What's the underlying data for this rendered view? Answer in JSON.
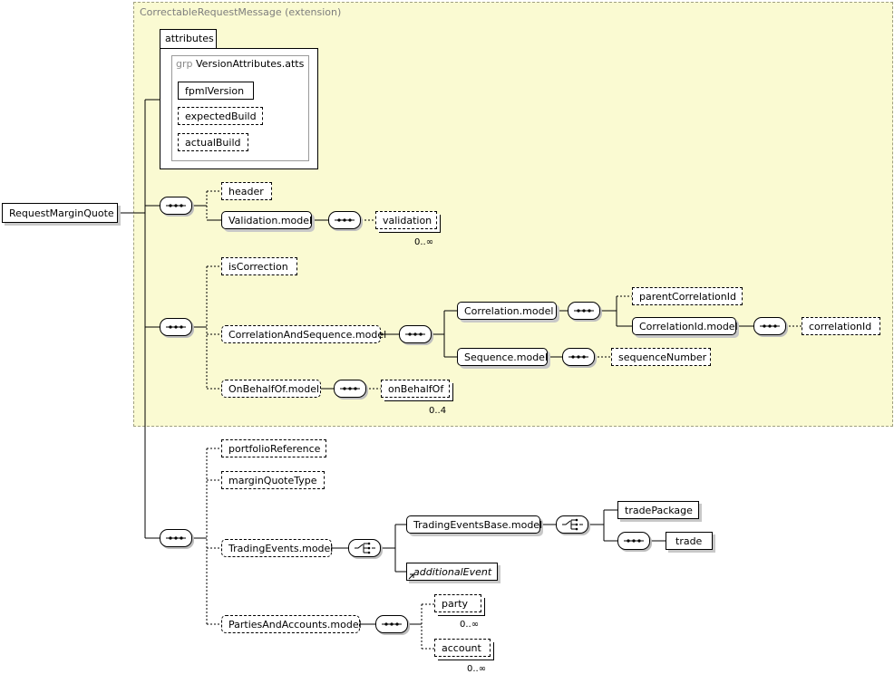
{
  "extension_label": "CorrectableRequestMessage (extension)",
  "root": "RequestMarginQuote",
  "attributes": {
    "tab": "attributes",
    "group_keyword": "grp",
    "group_name": "VersionAttributes.atts",
    "items": [
      "fpmlVersion",
      "expectedBuild",
      "actualBuild"
    ]
  },
  "seq1": {
    "header": "header",
    "validation_model": "Validation.model",
    "validation": "validation",
    "validation_occ": "0..∞"
  },
  "seq2": {
    "is_correction": "isCorrection",
    "correlation_and_sequence": "CorrelationAndSequence.model",
    "correlation_model": "Correlation.model",
    "parent_correlation_id": "parentCorrelationId",
    "correlation_id_model": "CorrelationId.model",
    "correlation_id": "correlationId",
    "sequence_model": "Sequence.model",
    "sequence_number": "sequenceNumber",
    "on_behalf_of_model": "OnBehalfOf.model",
    "on_behalf_of": "onBehalfOf",
    "on_behalf_of_occ": "0..4"
  },
  "seq3": {
    "portfolio_reference": "portfolioReference",
    "margin_quote_type": "marginQuoteType",
    "trading_events_model": "TradingEvents.model",
    "trading_events_base_model": "TradingEventsBase.model",
    "trade_package": "tradePackage",
    "trade": "trade",
    "additional_event": "additionalEvent",
    "parties_and_accounts_model": "PartiesAndAccounts.model",
    "party": "party",
    "party_occ": "0..∞",
    "account": "account",
    "account_occ": "0..∞"
  },
  "colors": {
    "extension_background": "#fafad2",
    "extension_border": "#a0a080",
    "muted_text": "#7d7d7d"
  }
}
